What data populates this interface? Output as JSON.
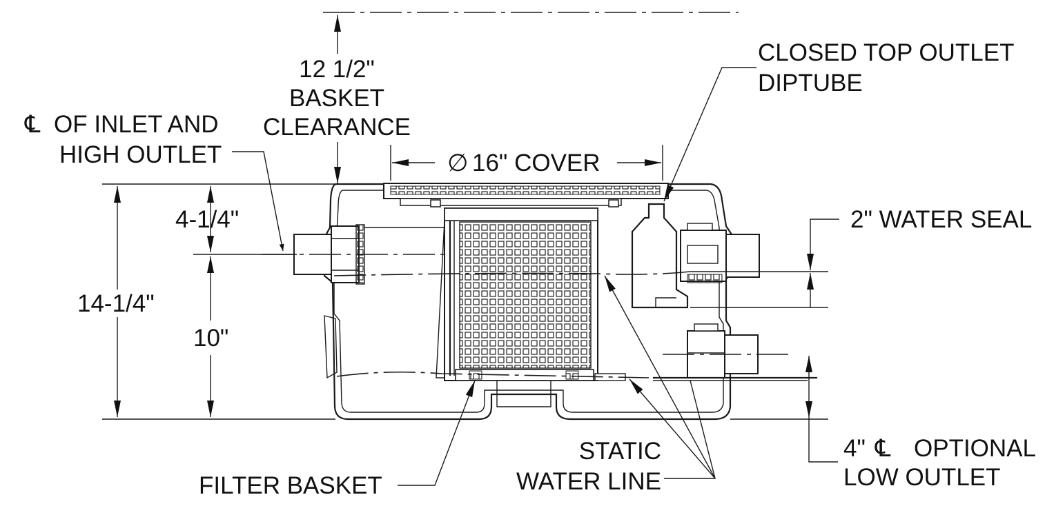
{
  "labels": {
    "basket_clearance_dim": "12 1/2\"",
    "basket_clearance_1": "BASKET",
    "basket_clearance_2": "CLEARANCE",
    "closed_top_1": "CLOSED TOP OUTLET",
    "closed_top_2": "DIPTUBE",
    "centerline_inlet_1": "OF INLET AND",
    "centerline_inlet_2": "HIGH OUTLET",
    "cover_diameter": "16\" COVER",
    "dim_4_1_4": "4-1/4\"",
    "dim_14_1_4": "14-1/4\"",
    "dim_10": "10\"",
    "water_seal": "2\" WATER SEAL",
    "low_outlet_dim": "4\"",
    "low_outlet_1": "OPTIONAL",
    "low_outlet_2": "LOW OUTLET",
    "static_1": "STATIC",
    "static_2": "WATER LINE",
    "filter_basket": "FILTER BASKET"
  },
  "symbols": {
    "centerline": "℄",
    "diameter": "∅"
  }
}
